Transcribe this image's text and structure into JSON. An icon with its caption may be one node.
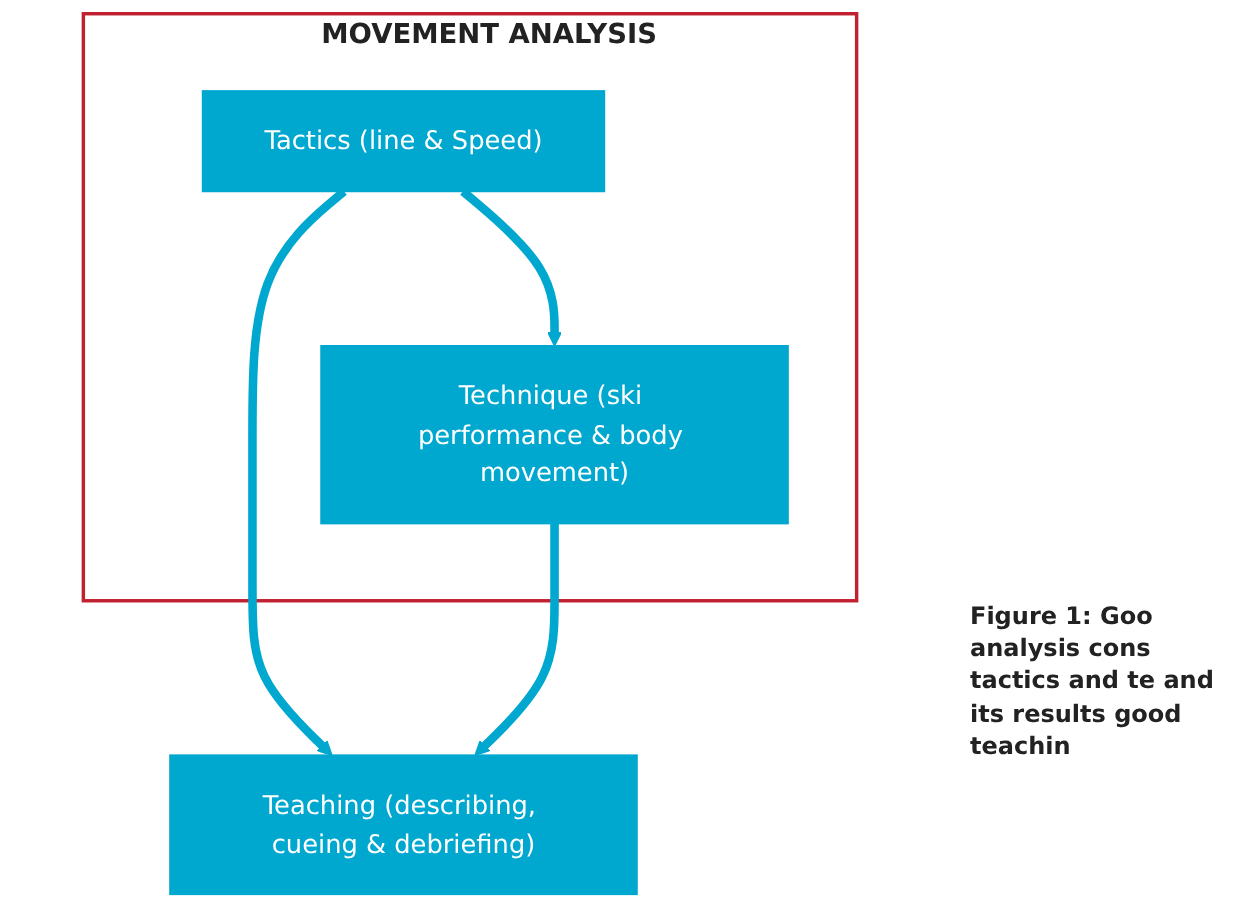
{
  "diagram": {
    "caption": "Figure 1: Goo analysis cons tactics and te and its results good teachin",
    "nodes": [
      {
        "text": [
          "MOVEMENT ANALYSIS"
        ]
      },
      {
        "text": [
          "Tactics (line & Speed)"
        ],
        "in": 0
      },
      {
        "text": [
          "Technique (ski performance & body movement)"
        ],
        "in": 0
      },
      {
        "text": [
          "Teaching (describing, cueing & debriefing)"
        ]
      }
    ],
    "edges": [
      {
        "from": 1,
        "to": 2,
        "arrow": "to"
      },
      {
        "from": 1,
        "to": 3,
        "arrow": "to"
      },
      {
        "from": 2,
        "to": 3,
        "arrow": "to"
      }
    ]
  }
}
